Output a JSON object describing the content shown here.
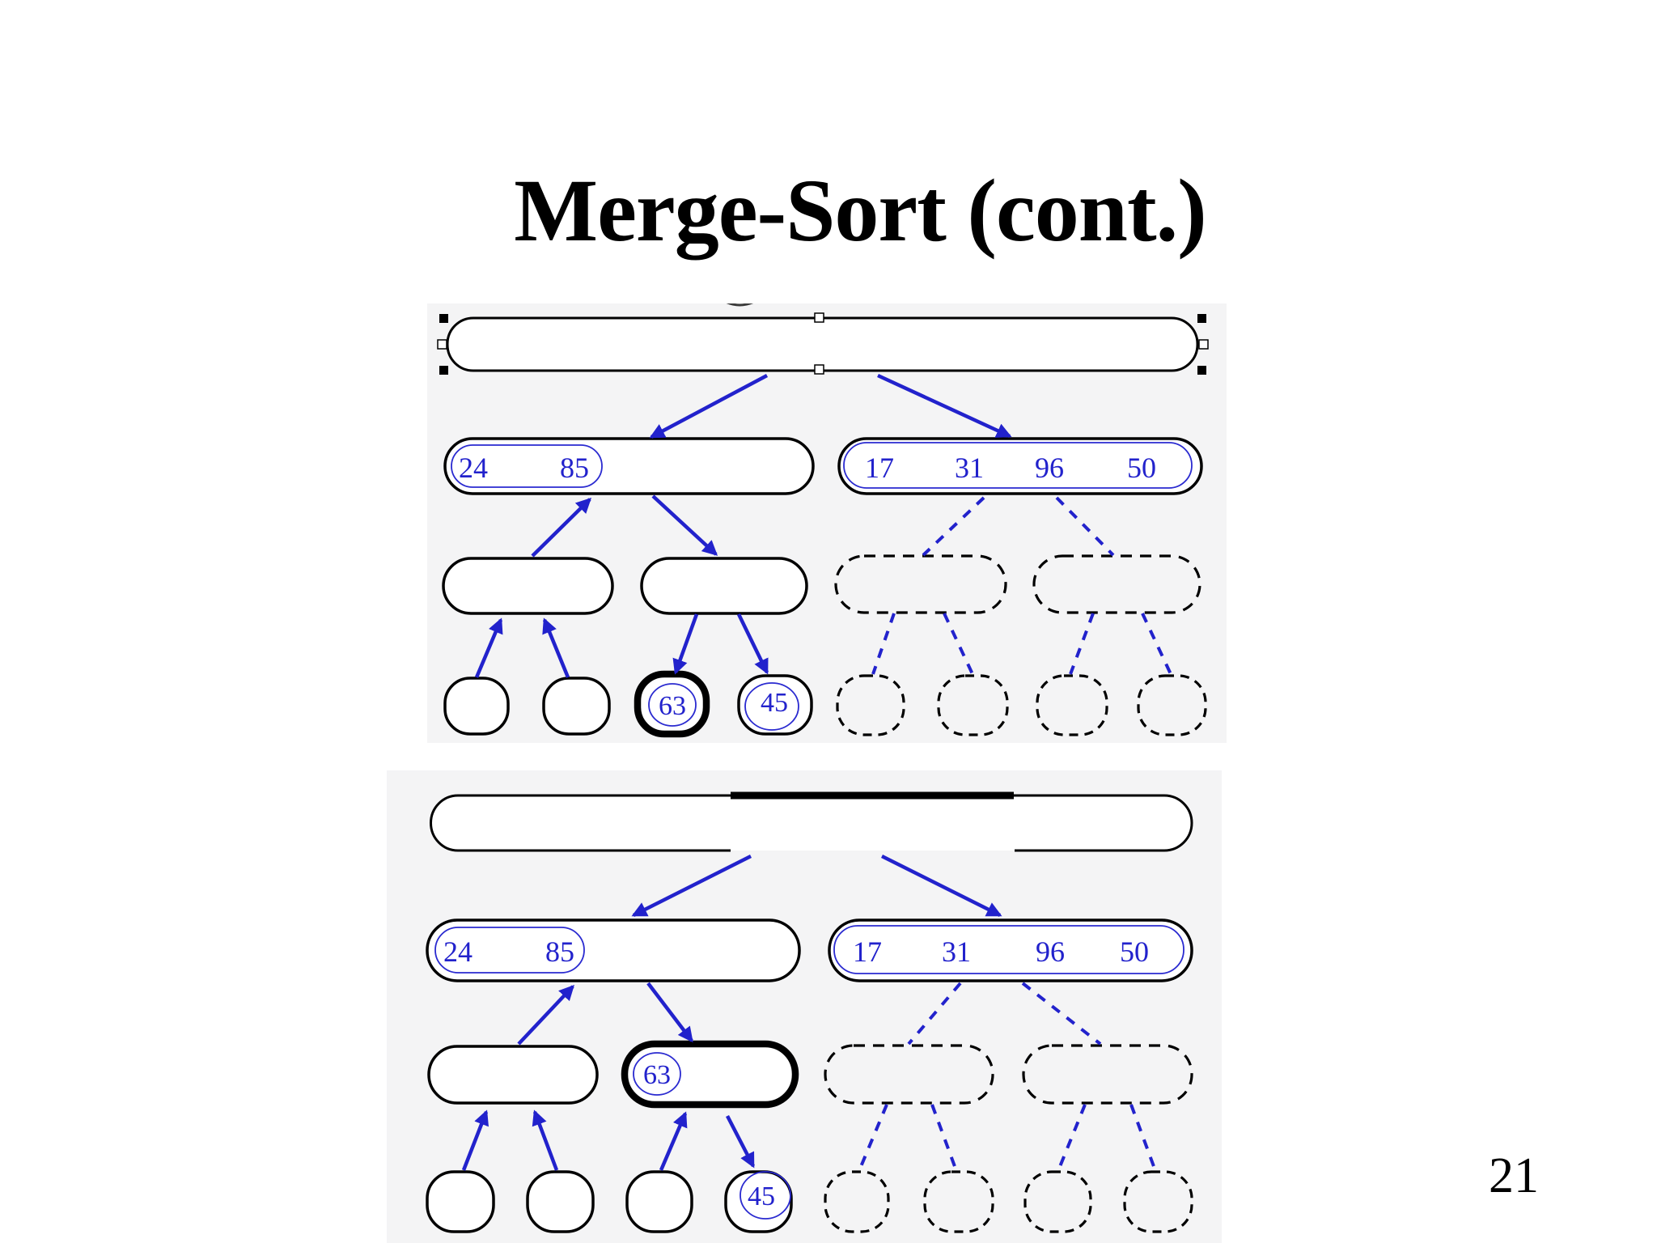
{
  "slide": {
    "title": "Merge-Sort (cont.)",
    "page_number": "21"
  },
  "colors": {
    "accent_blue": "#2222CC",
    "panel_background": "#F4F4F5",
    "shape_stroke": "#000000"
  },
  "top_tree": {
    "left_run": {
      "v0": "24",
      "v1": "85"
    },
    "right_run": {
      "v0": "17",
      "v1": "31",
      "v2": "96",
      "v3": "50"
    },
    "leaf_63": "63",
    "leaf_45": "45"
  },
  "bottom_tree": {
    "left_run": {
      "v0": "24",
      "v1": "85"
    },
    "right_run": {
      "v0": "17",
      "v1": "31",
      "v2": "96",
      "v3": "50"
    },
    "node_63": "63",
    "leaf_45": "45"
  }
}
